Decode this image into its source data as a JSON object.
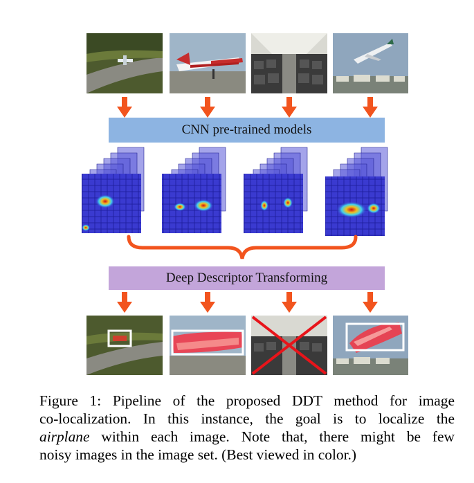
{
  "figure": {
    "stage1_label": "CNN pre-trained models",
    "stage2_label": "Deep Descriptor Transforming",
    "input_images": [
      {
        "subject": "small airplane on runway"
      },
      {
        "subject": "white and red propeller airplane"
      },
      {
        "subject": "airplane cabin interior"
      },
      {
        "subject": "jet airliner taking off"
      }
    ],
    "output_images": [
      {
        "subject": "small airplane on runway",
        "rejected": false
      },
      {
        "subject": "white and red propeller airplane",
        "rejected": false
      },
      {
        "subject": "airplane cabin interior",
        "rejected": true
      },
      {
        "subject": "jet airliner taking off",
        "rejected": false
      }
    ],
    "colors": {
      "arrow": "#f2541e",
      "cnn_banner": "#8db4e2",
      "ddt_banner": "#c3a5da",
      "feature_map": "#2f2fc8",
      "box": "#ffffff",
      "reject_cross": "#e8141a"
    }
  },
  "caption": {
    "label": "Figure 1:",
    "line1_rest": " Pipeline of the proposed DDT method for image",
    "line2": "co-localization.  In this instance, the goal is to localize the",
    "line3_em": "airplane",
    "line3_rest": " within each image.  Note that, there might be few",
    "line4": "noisy images in the image set. (Best viewed in color.)"
  }
}
